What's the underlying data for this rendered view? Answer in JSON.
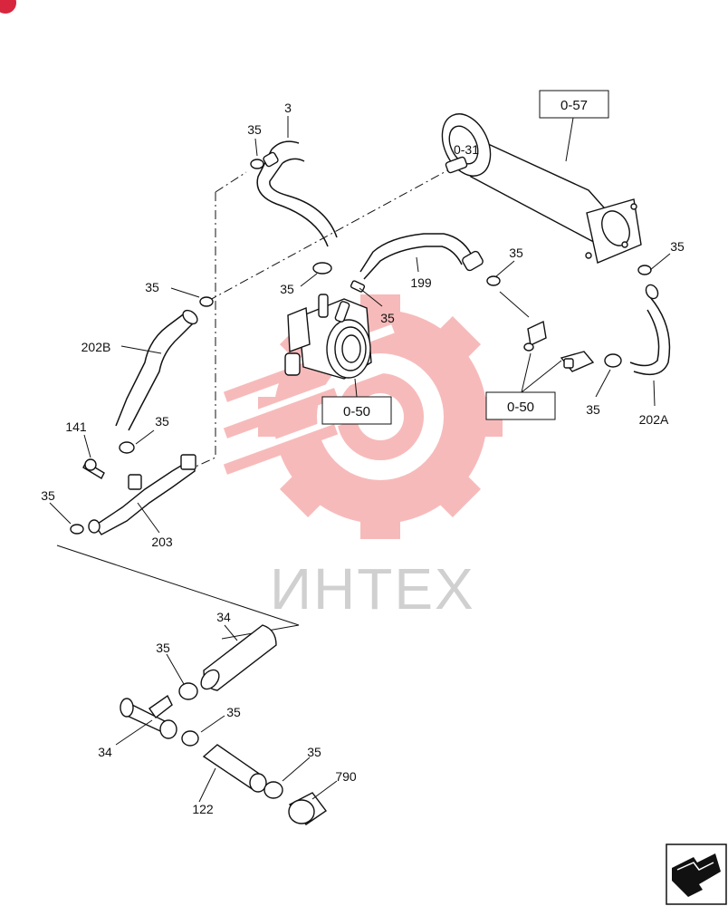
{
  "diagram": {
    "callouts": {
      "c3": "3",
      "c35_top": "35",
      "c35_left": "35",
      "c35_pump": "35",
      "c35_fitting": "35",
      "c199": "199",
      "c35_elbow": "35",
      "c35_right": "35",
      "c35_clamp": "35",
      "c202A": "202A",
      "c202B": "202B",
      "c141": "141",
      "c35_bracket": "35",
      "c35_203": "35",
      "c203": "203",
      "c34_hose": "34",
      "c35_a": "35",
      "c34_tee": "34",
      "c35_b": "35",
      "c35_c": "35",
      "c790": "790",
      "c122": "122",
      "c0_31": "0-31"
    },
    "reference_boxes": {
      "b0_57": "0-57",
      "b0_50_left": "0-50",
      "b0_50_right": "0-50"
    },
    "watermark": {
      "text": "ИНТЕХ",
      "gear_color": "#f5a3a3",
      "text_color": "#d0d0d0"
    },
    "corner_badge_color": "#d7263d",
    "nav_icon": "next-page-arrow-icon"
  }
}
